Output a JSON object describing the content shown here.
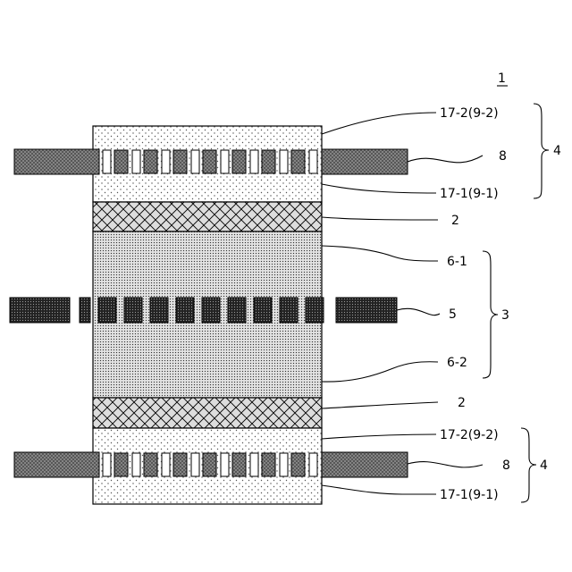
{
  "figure_number": "1",
  "labels": {
    "upper_outer_layer": "17-2(9-2)",
    "upper_tab": "8",
    "upper_inner_layer": "17-1(9-1)",
    "upper_electrode_group": "4",
    "upper_separator": "2",
    "center_upper_layer": "6-1",
    "center_tab": "5",
    "center_electrode_group": "3",
    "center_lower_layer": "6-2",
    "lower_separator": "2",
    "lower_inner_layer": "17-2(9-2)",
    "lower_tab": "8",
    "lower_outer_layer": "17-1(9-1)",
    "lower_electrode_group": "4"
  },
  "colors": {
    "stroke": "#000000",
    "background": "#ffffff",
    "layer_dot": "#555555",
    "center_fill": "#d9d9d9",
    "crosshatch_fill": "#dddddd",
    "side_tab_fill": "#8a8a8a",
    "center_tab_fill": "#222222"
  }
}
